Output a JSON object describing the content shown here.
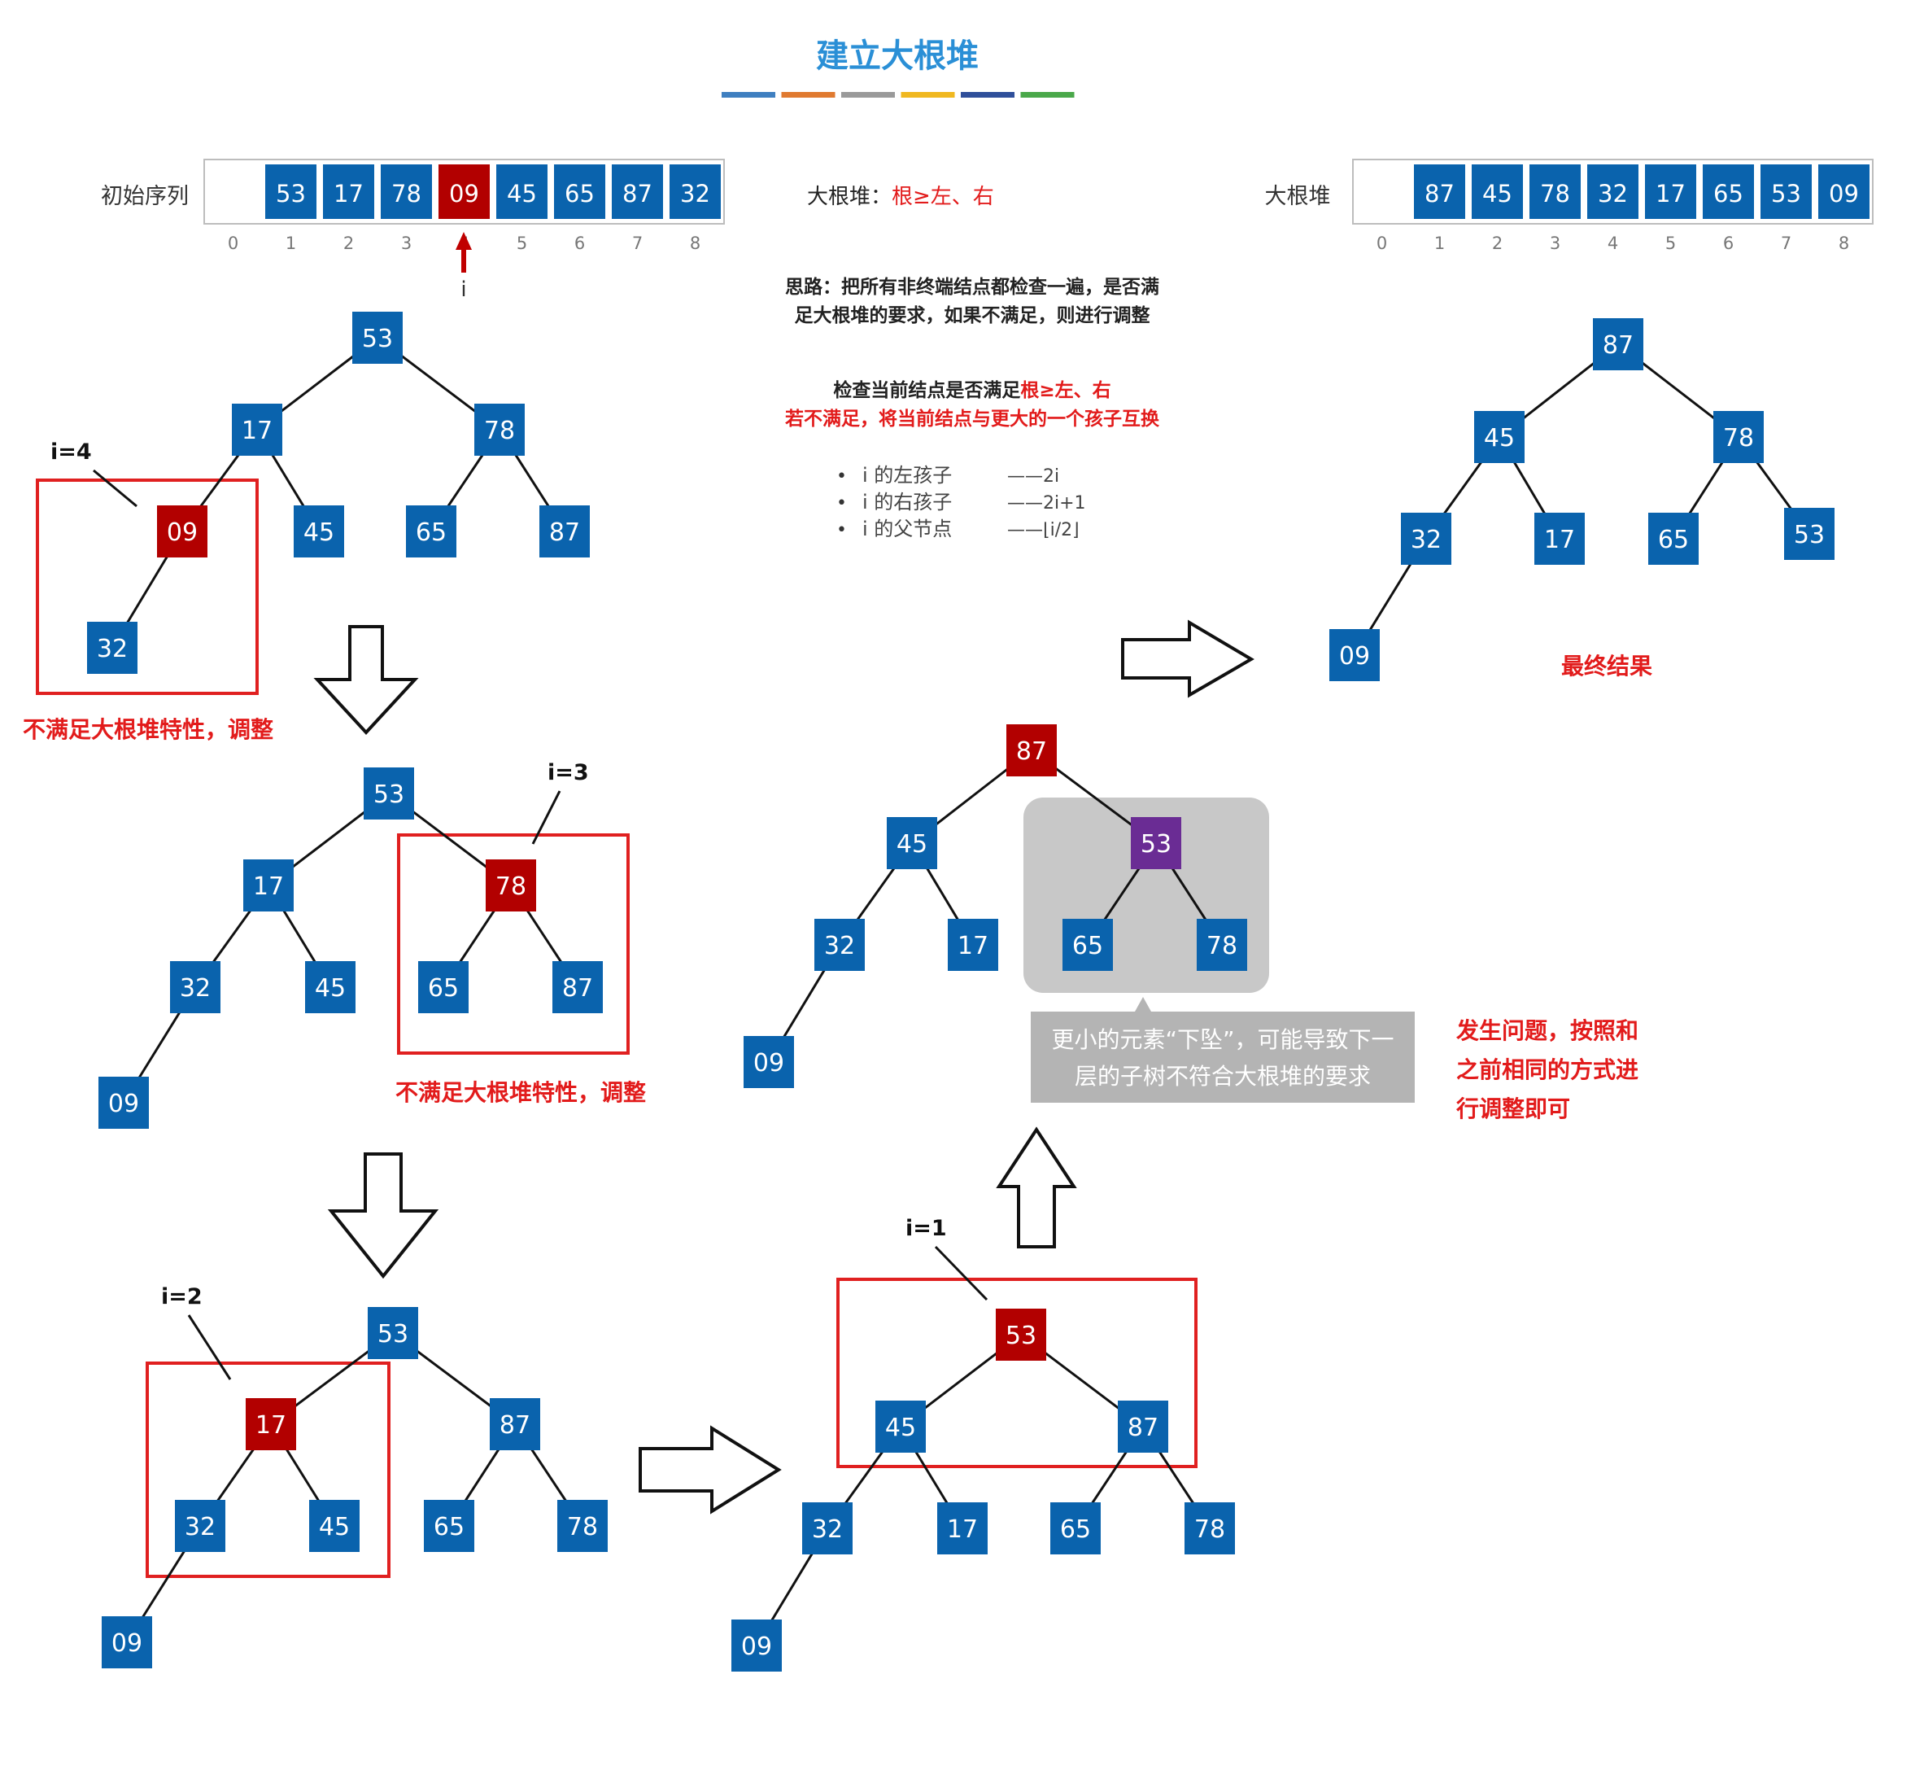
{
  "title": "建立大根堆",
  "title_color": "#2a8fd6",
  "color_bar": [
    "#3f7fc0",
    "#e07a30",
    "#9a9a9a",
    "#f0b820",
    "#2f4f9a",
    "#4aa84a"
  ],
  "colors": {
    "node_blue": "#0a63ad",
    "node_red": "#b20000",
    "node_purple": "#6a2c94",
    "accent_red": "#e21b1b",
    "frame_red": "#e02020",
    "gray_box": "#c8c8c8",
    "gray_tooltip": "#b4b4b4"
  },
  "initial_array": {
    "label": "初始序列",
    "values": [
      "",
      "53",
      "17",
      "78",
      "09",
      "45",
      "65",
      "87",
      "32"
    ],
    "indices": [
      "0",
      "1",
      "2",
      "3",
      "4",
      "5",
      "6",
      "7",
      "8"
    ],
    "highlight_index": 4,
    "pointer_label": "i"
  },
  "final_array": {
    "label": "大根堆",
    "values": [
      "",
      "87",
      "45",
      "78",
      "32",
      "17",
      "65",
      "53",
      "09"
    ],
    "indices": [
      "0",
      "1",
      "2",
      "3",
      "4",
      "5",
      "6",
      "7",
      "8"
    ]
  },
  "definition": {
    "label": "大根堆：",
    "rule": "根≥左、右"
  },
  "idea": {
    "line1": "思路：把所有非终端结点都检查一遍，是否满",
    "line2": "足大根堆的要求，如果不满足，则进行调整"
  },
  "check": {
    "line1_a": "检查当前结点是否满足",
    "line1_b": "根≥左、右",
    "line2": "若不满足，将当前结点与更大的一个孩子互换"
  },
  "formulas": [
    {
      "name": "i 的左孩子",
      "value": "——2i"
    },
    {
      "name": "i 的右孩子",
      "value": "——2i+1"
    },
    {
      "name": "i 的父节点",
      "value": "——⌊i/2⌋"
    }
  ],
  "notes": {
    "not_satisfied": "不满足大根堆特性，调整",
    "final_result": "最终结果",
    "problem_1": "发生问题，按照和",
    "problem_2": "之前相同的方式进",
    "problem_3": "行调整即可",
    "tooltip_1": "更小的元素“下坠”，可能导致下一",
    "tooltip_2": "层的子树不符合大根堆的要求"
  },
  "labels": {
    "i4": "i=4",
    "i3": "i=3",
    "i2": "i=2",
    "i1": "i=1"
  },
  "trees": {
    "step1": [
      "53",
      "17",
      "78",
      "09",
      "45",
      "65",
      "87",
      "32"
    ],
    "step2": [
      "53",
      "17",
      "78",
      "32",
      "45",
      "65",
      "87",
      "09"
    ],
    "step3": [
      "53",
      "17",
      "87",
      "32",
      "45",
      "65",
      "78",
      "09"
    ],
    "step4": [
      "53",
      "45",
      "87",
      "32",
      "17",
      "65",
      "78",
      "09"
    ],
    "step5": [
      "87",
      "45",
      "53",
      "32",
      "17",
      "65",
      "78",
      "09"
    ],
    "final": [
      "87",
      "45",
      "78",
      "32",
      "17",
      "65",
      "53",
      "09"
    ]
  }
}
